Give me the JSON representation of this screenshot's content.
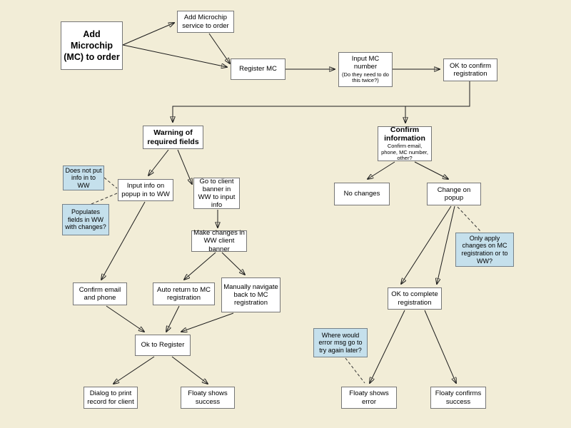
{
  "diagram": {
    "background_color": "#f2edd7",
    "node_fill": "#ffffff",
    "note_fill": "#c5e0ec",
    "border_color": "#767676",
    "line_color": "#1c1c1c"
  },
  "nodes": {
    "start": {
      "label": "Add Microchip (MC) to order"
    },
    "add_service": {
      "label": "Add Microchip service to order"
    },
    "register_mc": {
      "label": "Register MC"
    },
    "input_mc_number": {
      "label": "Input MC number",
      "sublabel": "(Do they need to do this twice?)"
    },
    "ok_confirm_registration": {
      "label": "OK to confirm registration"
    },
    "warning_required_fields": {
      "label": "Warning of required fields"
    },
    "confirm_information": {
      "label": "Confirm information",
      "sublabel": "Confirm email, phone, MC number, other?"
    },
    "note_does_not_put": {
      "label": "Does not put info in to WW"
    },
    "input_info_popup": {
      "label": "Input info on popup in to WW"
    },
    "go_to_client_banner": {
      "label": "Go to client banner in WW to input info"
    },
    "note_populates_fields": {
      "label": "Populates fields in WW with changes?"
    },
    "make_changes_banner": {
      "label": "Make changes in WW client banner"
    },
    "confirm_email_phone": {
      "label": "Confirm email and phone"
    },
    "auto_return": {
      "label": "Auto return to MC registration"
    },
    "manual_navigate": {
      "label": "Manually navigate back to MC registration"
    },
    "ok_to_register": {
      "label": "Ok to Register"
    },
    "dialog_print": {
      "label": "Dialog to print record for client"
    },
    "floaty_shows_success": {
      "label": "Floaty shows success"
    },
    "no_changes": {
      "label": "No changes"
    },
    "change_on_popup": {
      "label": "Change on popup"
    },
    "note_only_apply": {
      "label": "Only apply changes on MC registration or to WW?"
    },
    "ok_complete_registration": {
      "label": "OK to complete registration"
    },
    "note_error_msg": {
      "label": "Where would error msg go to try again later?"
    },
    "floaty_shows_error": {
      "label": "Floaty shows error"
    },
    "floaty_confirms_success": {
      "label": "Floaty confirms success"
    }
  },
  "edges": [
    {
      "from": "start",
      "to": "add_service",
      "style": "solid"
    },
    {
      "from": "start",
      "to": "register_mc",
      "style": "solid"
    },
    {
      "from": "add_service",
      "to": "register_mc",
      "style": "solid"
    },
    {
      "from": "register_mc",
      "to": "input_mc_number",
      "style": "solid"
    },
    {
      "from": "input_mc_number",
      "to": "ok_confirm_registration",
      "style": "solid"
    },
    {
      "from": "ok_confirm_registration",
      "to": "warning_required_fields",
      "style": "solid-elbow"
    },
    {
      "from": "ok_confirm_registration",
      "to": "confirm_information",
      "style": "solid-elbow"
    },
    {
      "from": "warning_required_fields",
      "to": "input_info_popup",
      "style": "solid"
    },
    {
      "from": "warning_required_fields",
      "to": "go_to_client_banner",
      "style": "solid"
    },
    {
      "from": "note_does_not_put",
      "to": "input_info_popup",
      "style": "dashed"
    },
    {
      "from": "note_populates_fields",
      "to": "input_info_popup",
      "style": "dashed"
    },
    {
      "from": "input_info_popup",
      "to": "confirm_email_phone",
      "style": "solid"
    },
    {
      "from": "go_to_client_banner",
      "to": "make_changes_banner",
      "style": "solid"
    },
    {
      "from": "make_changes_banner",
      "to": "auto_return",
      "style": "solid"
    },
    {
      "from": "make_changes_banner",
      "to": "manual_navigate",
      "style": "solid"
    },
    {
      "from": "confirm_email_phone",
      "to": "ok_to_register",
      "style": "solid"
    },
    {
      "from": "auto_return",
      "to": "ok_to_register",
      "style": "solid"
    },
    {
      "from": "manual_navigate",
      "to": "ok_to_register",
      "style": "solid"
    },
    {
      "from": "ok_to_register",
      "to": "dialog_print",
      "style": "solid"
    },
    {
      "from": "ok_to_register",
      "to": "floaty_shows_success",
      "style": "solid"
    },
    {
      "from": "confirm_information",
      "to": "no_changes",
      "style": "solid"
    },
    {
      "from": "confirm_information",
      "to": "change_on_popup",
      "style": "solid"
    },
    {
      "from": "change_on_popup",
      "to": "ok_complete_registration",
      "style": "solid"
    },
    {
      "from": "change_on_popup",
      "to": "ok_complete_registration",
      "style": "solid"
    },
    {
      "from": "change_on_popup",
      "to": "note_only_apply",
      "style": "dashed"
    },
    {
      "from": "ok_complete_registration",
      "to": "floaty_shows_error",
      "style": "solid"
    },
    {
      "from": "ok_complete_registration",
      "to": "floaty_confirms_success",
      "style": "solid"
    },
    {
      "from": "note_error_msg",
      "to": "floaty_shows_error",
      "style": "dashed"
    }
  ]
}
